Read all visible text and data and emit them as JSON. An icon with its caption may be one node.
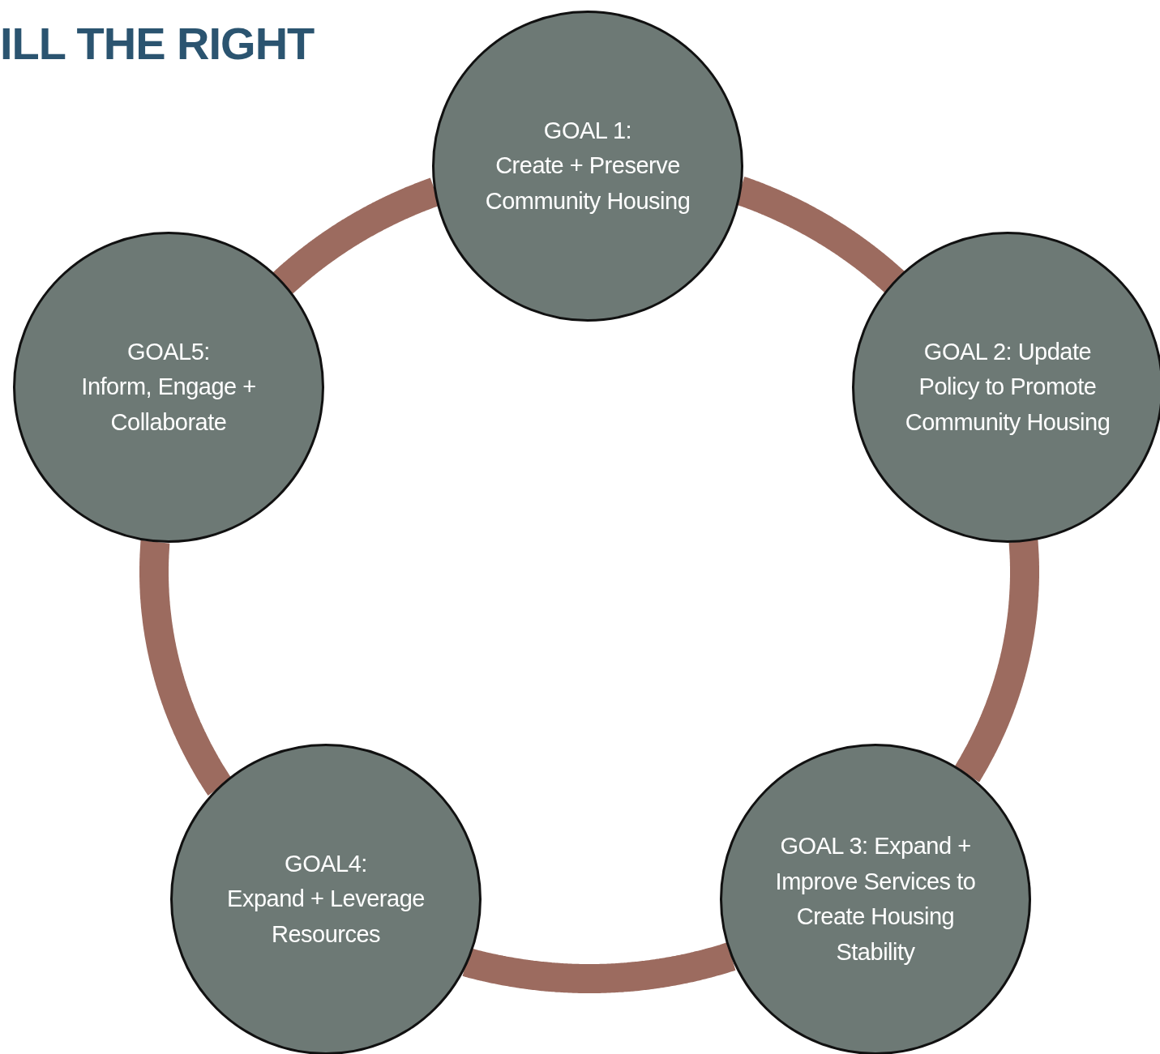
{
  "diagram": {
    "nodes": [
      {
        "text": [
          "GOAL 1:",
          "Create + Preserve Community Housing"
        ]
      },
      {
        "text": [
          "GOAL 2: Update Policy to Promote Community Housing"
        ]
      },
      {
        "text": [
          "GOAL 3: Expand + Improve Services to Create Housing Stability"
        ]
      },
      {
        "text": [
          "GOAL4:",
          "Expand + Leverage Resources"
        ]
      },
      {
        "text": [
          "GOAL5:",
          "Inform, Engage + Collaborate"
        ]
      }
    ],
    "edges": [
      {
        "from": 0,
        "to": 1,
        "arrow": "none"
      },
      {
        "from": 1,
        "to": 2,
        "arrow": "none"
      },
      {
        "from": 2,
        "to": 3,
        "arrow": "none"
      },
      {
        "from": 3,
        "to": 4,
        "arrow": "none"
      },
      {
        "from": 4,
        "to": 0,
        "arrow": "none"
      }
    ],
    "labels": [
      "ILL THE RIGHT"
    ]
  }
}
